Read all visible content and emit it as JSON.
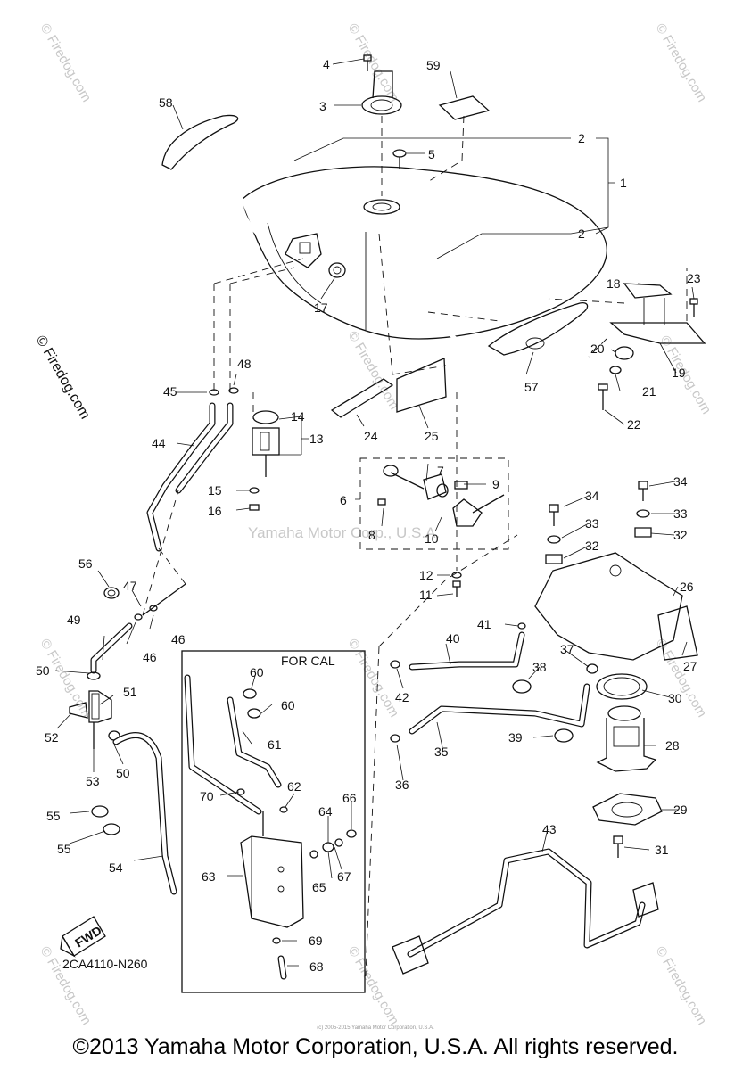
{
  "diagram": {
    "code": "2CA4110-N260",
    "cal_box_label": "FOR CAL",
    "fwd_label": "FWD",
    "center_watermark": "Yamaha Motor Corp., U.S.A.",
    "watermarks": [
      "© Firedog.com",
      "© Firedog.com",
      "© Firedog.com",
      "© Firedog.com",
      "© Firedog.com",
      "© Firedog.com",
      "© Firedog.com",
      "© Firedog.com",
      "© Firedog.com",
      "© Firedog.com",
      "© Firedog.com",
      "© Firedog.com"
    ],
    "callouts": [
      "1",
      "2",
      "2",
      "3",
      "4",
      "5",
      "6",
      "7",
      "8",
      "9",
      "10",
      "11",
      "12",
      "13",
      "14",
      "15",
      "16",
      "17",
      "18",
      "19",
      "20",
      "21",
      "22",
      "23",
      "24",
      "25",
      "26",
      "27",
      "28",
      "29",
      "30",
      "31",
      "32",
      "32",
      "33",
      "33",
      "34",
      "34",
      "35",
      "36",
      "37",
      "38",
      "39",
      "40",
      "41",
      "42",
      "43",
      "44",
      "45",
      "46",
      "46",
      "47",
      "48",
      "49",
      "50",
      "50",
      "51",
      "52",
      "53",
      "54",
      "55",
      "55",
      "56",
      "57",
      "58",
      "59",
      "60",
      "60",
      "61",
      "62",
      "63",
      "64",
      "65",
      "66",
      "67",
      "68",
      "69",
      "70"
    ]
  },
  "footer": {
    "copyright": "©2013 Yamaha Motor Corporation, U.S.A. All rights reserved.",
    "tiny_copy": "(c) 2005-2015 Yamaha Motor Corporation, U.S.A."
  }
}
